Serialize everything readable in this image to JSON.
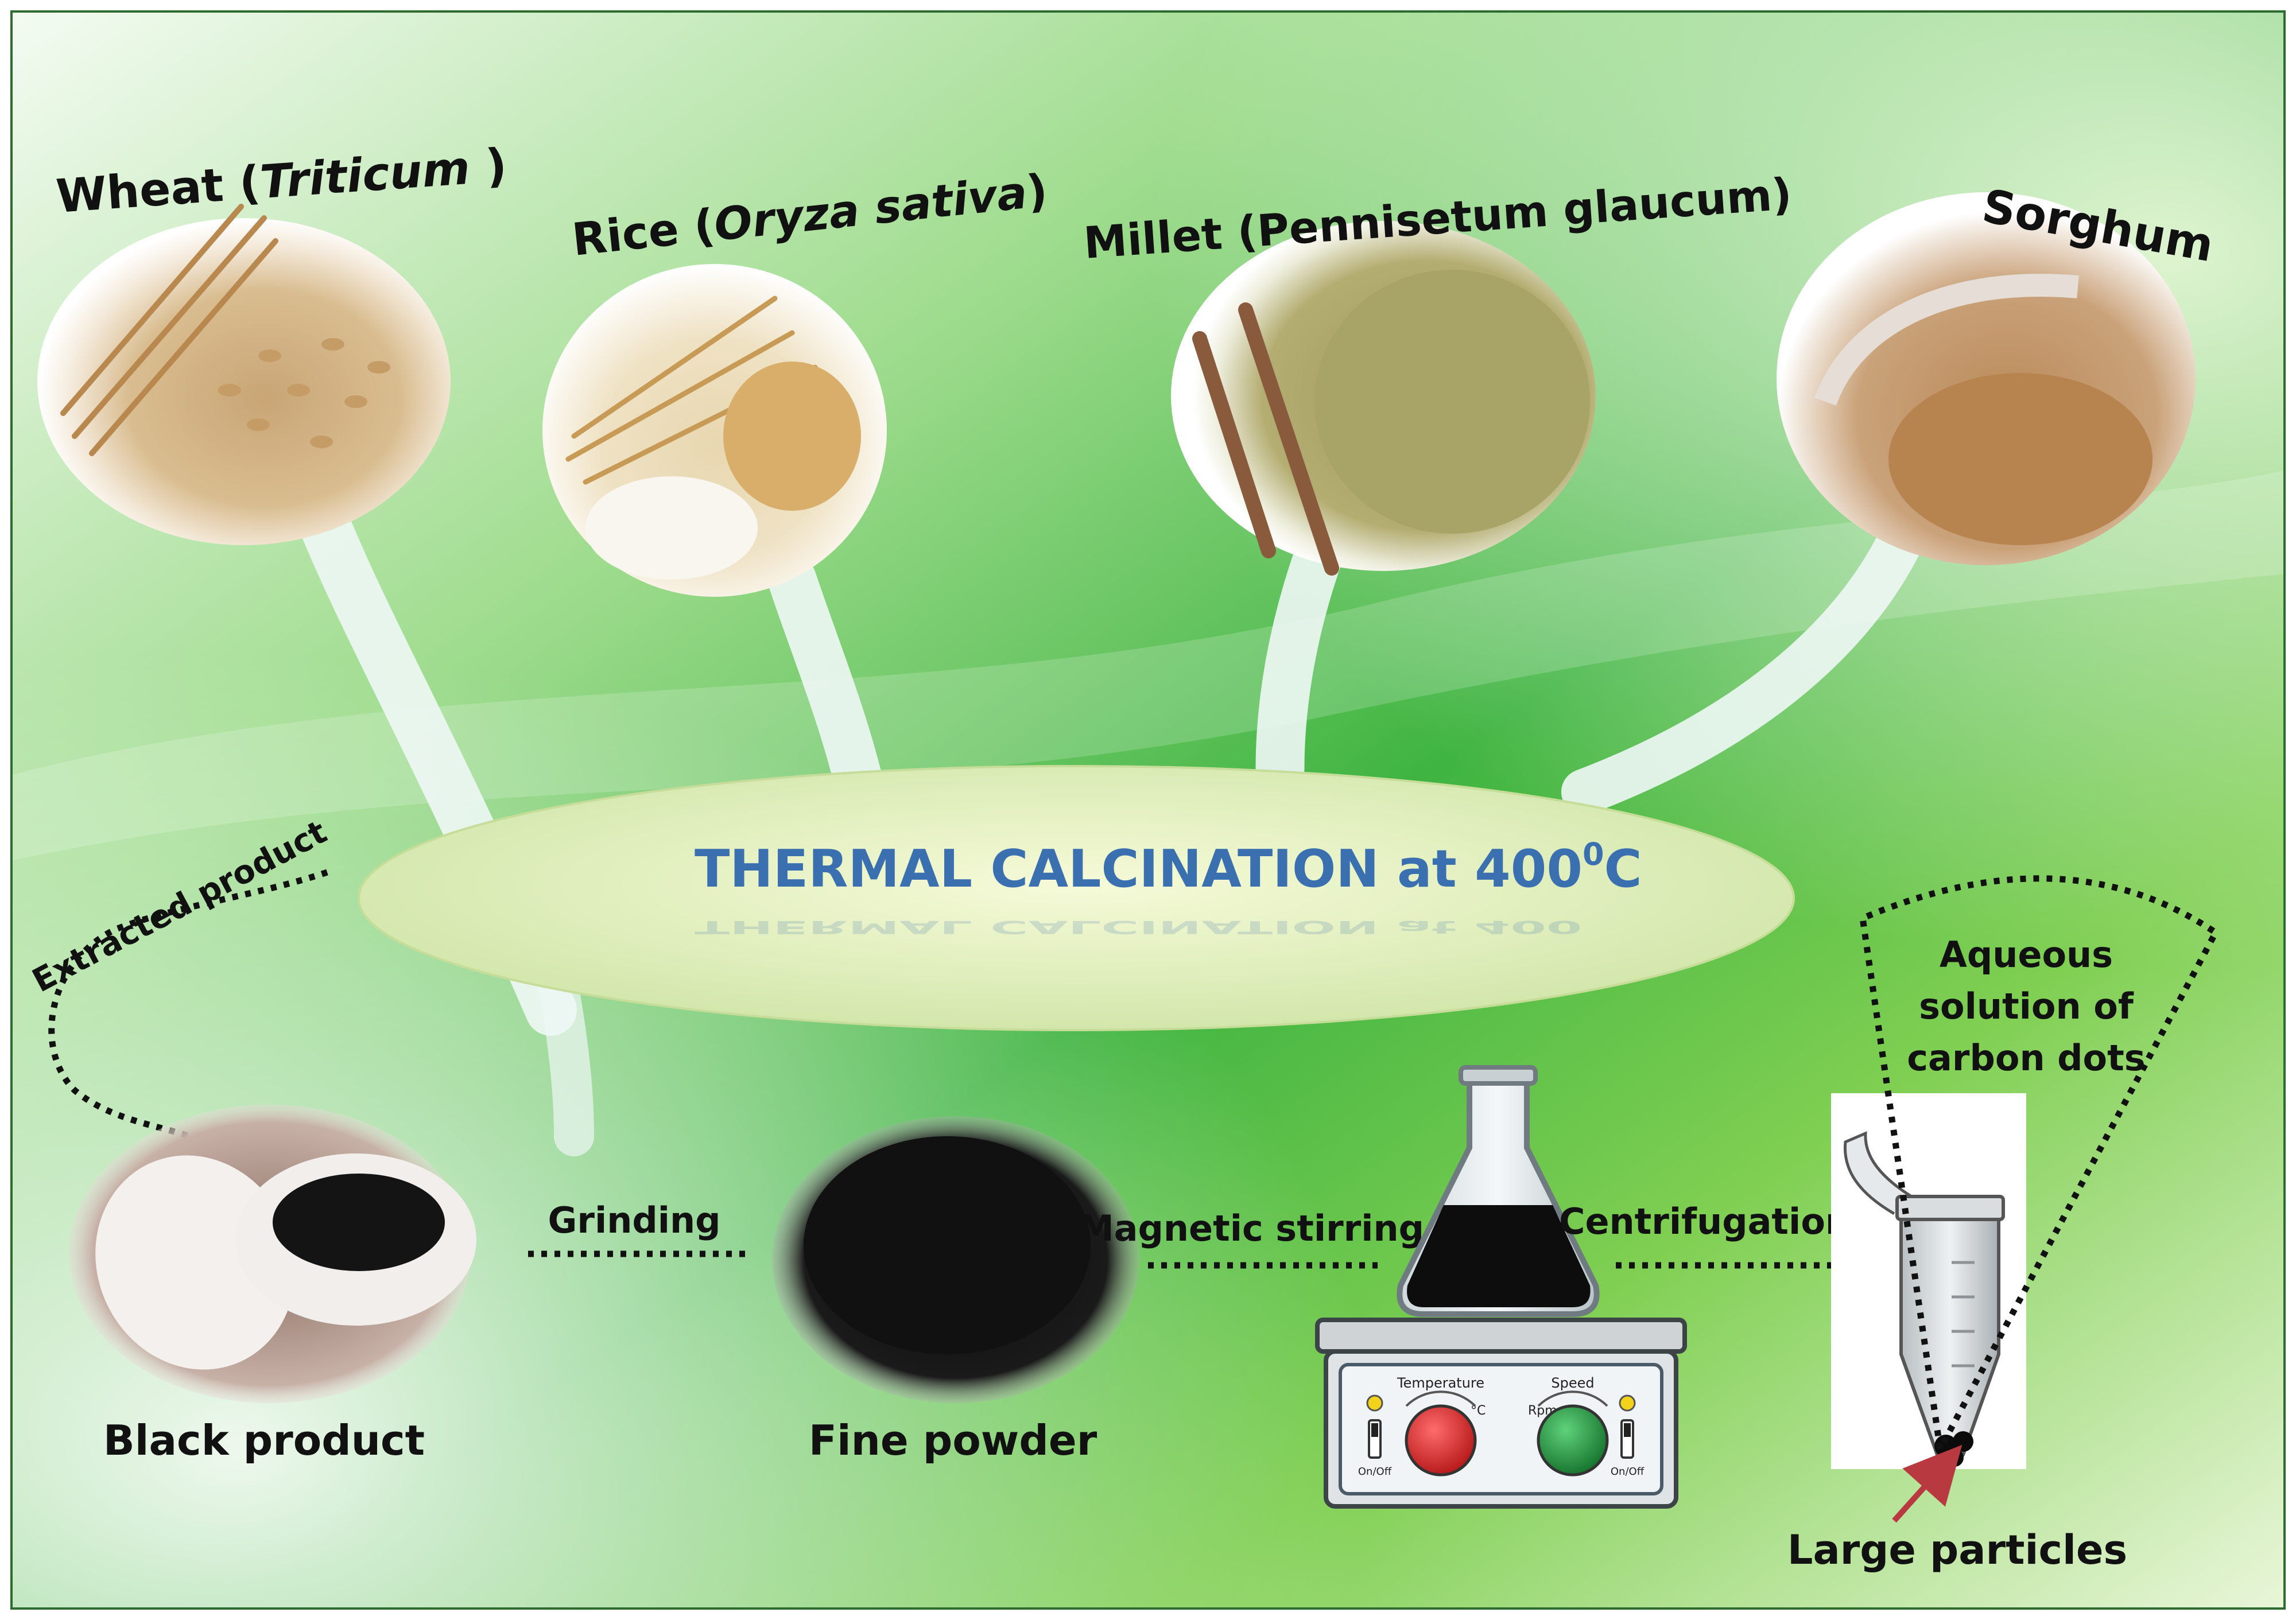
{
  "grains": [
    {
      "name_prefix": "Wheat (",
      "name_italic": "Triticum",
      "name_suffix": " )"
    },
    {
      "name_prefix": "Rice (",
      "name_italic": "Oryza sativa",
      "name_suffix": ")"
    },
    {
      "name_prefix": "Millet (Pennisetum glaucum)",
      "name_italic": "",
      "name_suffix": ""
    },
    {
      "name_prefix": "Sorghum",
      "name_italic": "",
      "name_suffix": ""
    }
  ],
  "calcination": {
    "text": "THERMAL CALCINATION at 400",
    "superscript": "0",
    "unit": "C"
  },
  "extracted_label": "Extracted product",
  "steps": {
    "black_product": "Black product",
    "grinding": "Grinding",
    "fine_powder": "Fine powder",
    "magnetic_stirring": "Magnetic stirring",
    "centrifugation": "Centrifugation",
    "large_particles": "Large particles",
    "aqueous_line1": "Aqueous",
    "aqueous_line2": "solution of",
    "aqueous_line3": "carbon dots"
  },
  "stirrer": {
    "temperature_label": "Temperature",
    "speed_label": "Speed",
    "rpm_label": "Rpm",
    "celsius_label": "°C",
    "onoff_label": "On/Off"
  },
  "colors": {
    "accent_text": "#3a6fb0",
    "temp_knob": "#d42a2a",
    "speed_knob": "#1f8f3a"
  }
}
